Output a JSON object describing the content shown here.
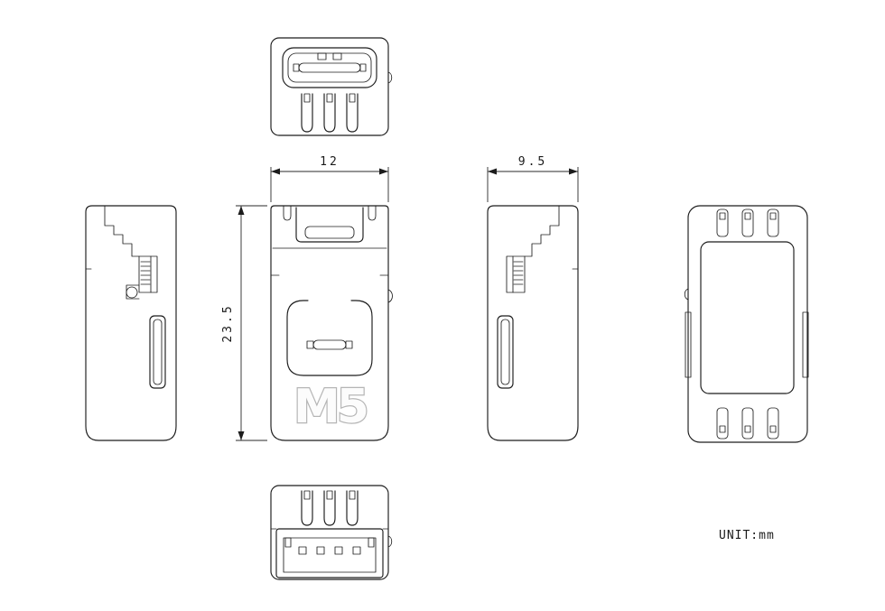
{
  "dimensions": {
    "width": "12",
    "depth": "9.5",
    "height": "23.5"
  },
  "unit": {
    "label": "UNIT:mm"
  },
  "logo": {
    "text": "M5"
  }
}
